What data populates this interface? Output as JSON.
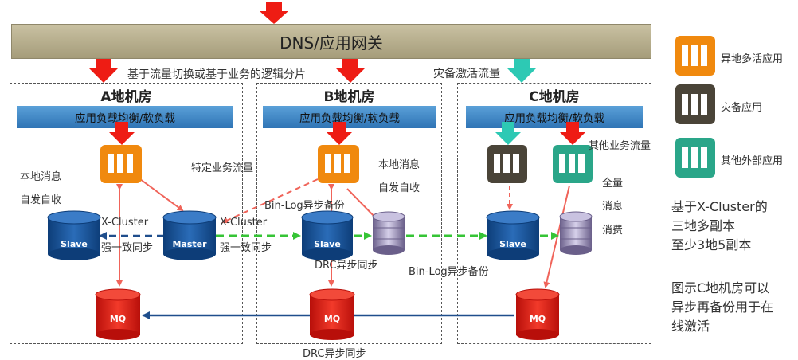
{
  "gateway": {
    "label": "DNS/应用网关"
  },
  "annotations": {
    "split": "基于流量切换或基于业务的逻辑分片",
    "standby": "灾备激活流量",
    "local_a_1": "本地消息",
    "local_a_2": "自发自收",
    "specific": "特定业务流量",
    "local_b_1": "本地消息",
    "local_b_2": "自发自收",
    "other_traffic": "其他业务流量",
    "full_1": "全量",
    "full_2": "消息",
    "full_3": "消费",
    "xc_a_1": "X-Cluster",
    "xc_a_2": "强一致同步",
    "xc_b_1": "X-Cluster",
    "xc_b_2": "强一致同步",
    "binlog_1": "Bin-Log异步备份",
    "binlog_2": "Bin-Log异步备份",
    "drc_1": "DRC异步同步",
    "drc_2": "DRC异步同步"
  },
  "rooms": [
    {
      "title": "A地机房",
      "lb": "应用负载均衡/软负载"
    },
    {
      "title": "B地机房",
      "lb": "应用负载均衡/软负载"
    },
    {
      "title": "C地机房",
      "lb": "应用负载均衡/软负载"
    }
  ],
  "db_labels": {
    "slave": "Slave",
    "master": "Master",
    "mq": "MQ"
  },
  "legend": [
    {
      "label": "异地多活应用",
      "color": "#f0890e"
    },
    {
      "label": "灾备应用",
      "color": "#4a4438"
    },
    {
      "label": "其他外部应用",
      "color": "#2aa689"
    }
  ],
  "notes": {
    "n1": "基于X-Cluster的",
    "n2": "三地多副本",
    "n3": "至少3地5副本",
    "n4": "图示C地机房可以",
    "n5": "异步再备份用于在",
    "n6": "线激活"
  },
  "colors": {
    "red": "#ee1c14",
    "teal": "#2dc9b4",
    "navy": "#1f4e8c",
    "green": "#36c436",
    "salmon": "#f0645a"
  }
}
